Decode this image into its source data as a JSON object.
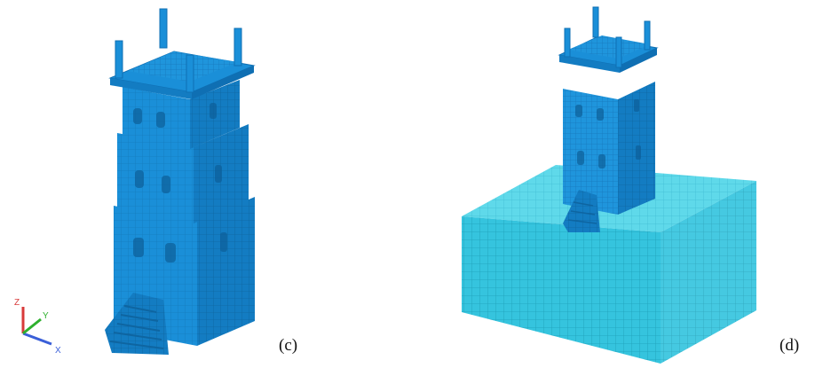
{
  "panels": [
    {
      "label": "(c)"
    },
    {
      "label": "(d)"
    }
  ],
  "axes": {
    "x": "X",
    "y": "Y",
    "z": "Z"
  },
  "colors": {
    "tower": "#1a8fd8",
    "tower_dark": "#0f6fb3",
    "tower_light": "#3aa7ec",
    "soil_top": "#5fd9ea",
    "soil_side": "#35c4de",
    "mesh": "#147bbd",
    "soil_mesh": "#1e9fb8",
    "axis_x": "#3a5fd8",
    "axis_y": "#2eb02e",
    "axis_z": "#d83a3a"
  }
}
